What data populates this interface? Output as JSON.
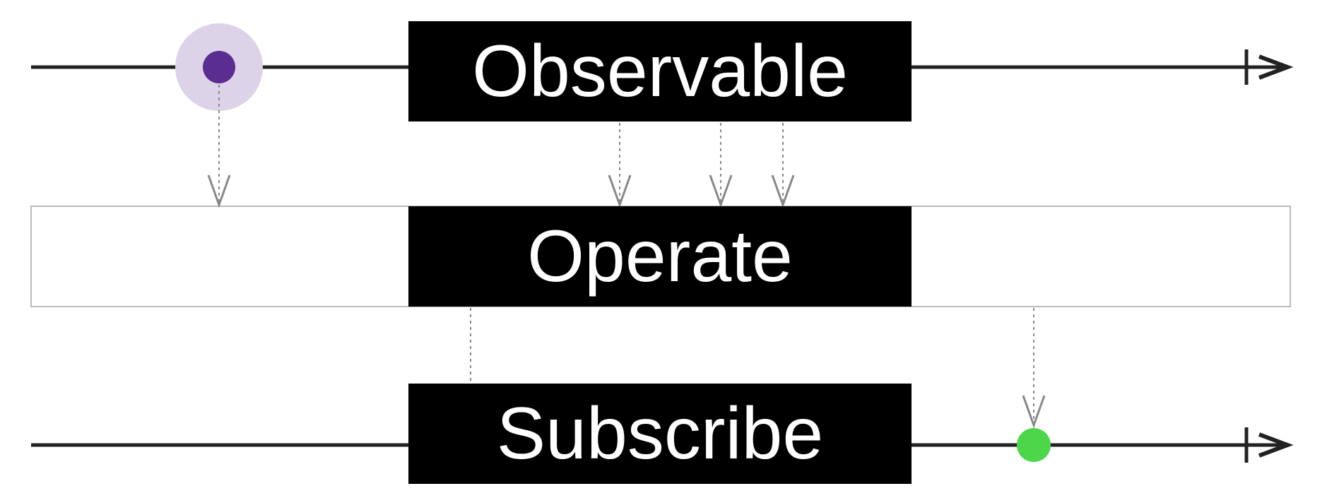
{
  "diagram": {
    "observable_label": "Observable",
    "operate_label": "Operate",
    "subscribe_label": "Subscribe"
  },
  "colors": {
    "line": "#222222",
    "box": "#000000",
    "box_text": "#ffffff",
    "input_marble": "#5a2d91",
    "input_marble_halo": "#ddd3e8",
    "output_marble": "#4cd64a",
    "dashed": "#888888",
    "operator_border": "#bbbbbb"
  }
}
